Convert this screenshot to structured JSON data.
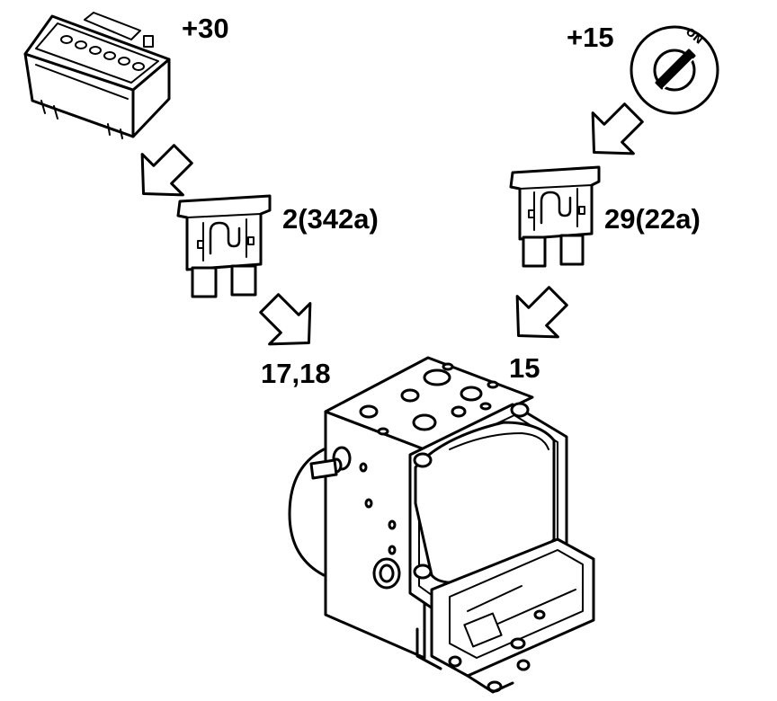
{
  "labels": {
    "battery_terminal": "+30",
    "ignition_terminal": "+15",
    "fuse_left": "2(342a)",
    "fuse_right": "29(22a)",
    "pins_left": "17,18",
    "pin_right": "15"
  },
  "ignition_switch": {
    "position_label": "ON"
  },
  "icons": {
    "battery": "battery-icon",
    "ignition": "ignition-switch-icon",
    "fuse": "blade-fuse-icon",
    "arrow": "flow-arrow-icon",
    "module": "abs-control-unit-icon"
  },
  "colors": {
    "line": "#000000",
    "fill": "#ffffff"
  }
}
